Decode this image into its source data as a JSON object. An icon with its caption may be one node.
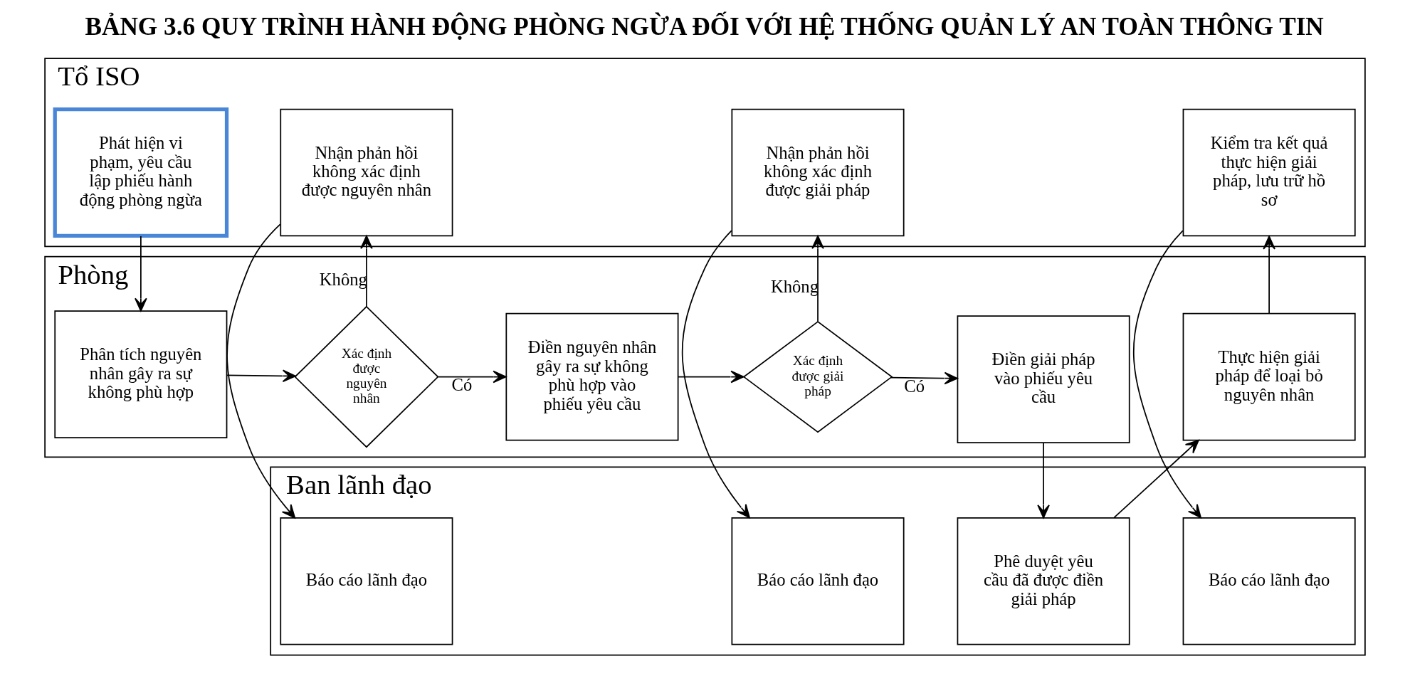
{
  "diagram": {
    "title": "BẢNG 3.6 QUY TRÌNH HÀNH ĐỘNG PHÒNG NGỪA ĐỐI VỚI HỆ THỐNG QUẢN LÝ AN TOÀN THÔNG TIN",
    "nodes": [
      {
        "text": [
          "Ban lãnh đạo"
        ]
      },
      {
        "text": [
          "Báo cáo lãnh đạo"
        ],
        "in": 0
      },
      {
        "text": [
          "Báo cáo lãnh đạo"
        ],
        "in": 0
      },
      {
        "text": [
          "Phê duyệt yêu cầu đã được điền giải pháp"
        ],
        "in": 0
      },
      {
        "text": [
          "Báo cáo lãnh đạo"
        ],
        "in": 0
      },
      {
        "text": [
          "Tổ ISO"
        ]
      },
      {
        "text": [
          "Phát hiện vi phạm, yêu cầu lập phiếu hành động phòng ngừa"
        ],
        "in": 5
      },
      {
        "text": [
          "Nhận phản hồi không xác định được nguyên nhân"
        ],
        "in": 5
      },
      {
        "text": [
          "Nhận phản hồi không xác định được giải pháp"
        ],
        "in": 5
      },
      {
        "text": [
          "Kiểm tra kết quả thực hiện giải pháp, lưu trữ hồ sơ"
        ],
        "in": 5
      },
      {
        "text": [
          "Phòng"
        ]
      },
      {
        "text": [
          "Phân tích nguyên nhân gây ra sự không phù hợp"
        ],
        "in": 10
      },
      {
        "text": [
          "Xác định được nguyên nhân"
        ],
        "in": 10
      },
      {
        "text": [
          "Điền nguyên nhân gây ra sự không phù hợp vào phiếu yêu cầu"
        ],
        "in": 10
      },
      {
        "text": [
          "Xác định được giải pháp"
        ],
        "in": 10
      },
      {
        "text": [
          "Điền giải pháp vào phiếu yêu cầu"
        ],
        "in": 10
      },
      {
        "text": [
          "Thực hiện giải pháp để loại bỏ nguyên nhân"
        ],
        "in": 10
      }
    ],
    "edges": [
      {
        "from": 6,
        "to": 11,
        "arrow": "to"
      },
      {
        "from": 11,
        "to": 12,
        "arrow": "to"
      },
      {
        "from": 12,
        "to": 7,
        "arrow": "to",
        "label": "Không"
      },
      {
        "from": 7,
        "to": 1,
        "arrow": "to"
      },
      {
        "from": 12,
        "to": 13,
        "arrow": "to",
        "label": "Có"
      },
      {
        "from": 13,
        "to": 14,
        "arrow": "to"
      },
      {
        "from": 14,
        "to": 8,
        "arrow": "to",
        "label": "Không"
      },
      {
        "from": 8,
        "to": 2,
        "arrow": "to"
      },
      {
        "from": 14,
        "to": 15,
        "arrow": "to",
        "label": "Có"
      },
      {
        "from": 15,
        "to": 3,
        "arrow": "to"
      },
      {
        "from": 3,
        "to": 16,
        "arrow": "to"
      },
      {
        "from": 16,
        "to": 9,
        "arrow": "to"
      },
      {
        "from": 9,
        "to": 4,
        "arrow": "to"
      }
    ]
  }
}
